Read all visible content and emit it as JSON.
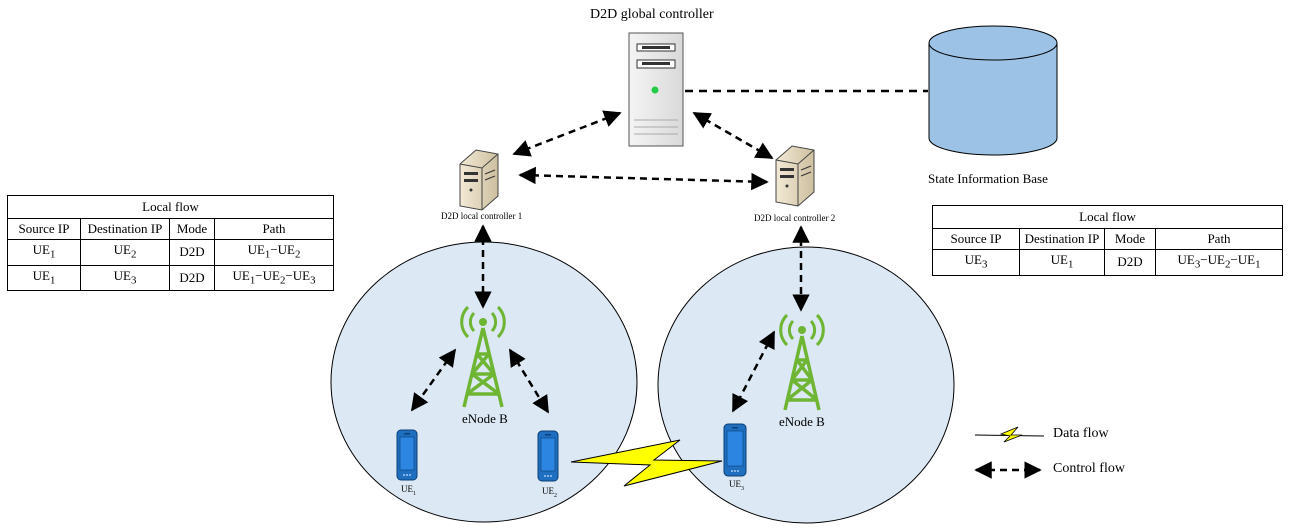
{
  "controllers": {
    "global": "D2D global controller",
    "local1": "D2D local controller 1",
    "local2": "D2D local controller 2"
  },
  "database": {
    "label": "State Information Base"
  },
  "enodeb": {
    "left": "eNode B",
    "right": "eNode B"
  },
  "ues": [
    {
      "base": "UE",
      "sub": "1"
    },
    {
      "base": "UE",
      "sub": "2"
    },
    {
      "base": "UE",
      "sub": "3"
    }
  ],
  "left_table": {
    "caption": "Local flow",
    "headers": [
      "Source IP",
      "Destination IP",
      "Mode",
      "Path"
    ],
    "rows": [
      {
        "src": {
          "base": "UE",
          "sub": "1"
        },
        "dst": {
          "base": "UE",
          "sub": "2"
        },
        "mode": "D2D",
        "path": [
          {
            "base": "UE",
            "sub": "1"
          },
          {
            "base": "UE",
            "sub": "2"
          }
        ]
      },
      {
        "src": {
          "base": "UE",
          "sub": "1"
        },
        "dst": {
          "base": "UE",
          "sub": "3"
        },
        "mode": "D2D",
        "path": [
          {
            "base": "UE",
            "sub": "1"
          },
          {
            "base": "UE",
            "sub": "2"
          },
          {
            "base": "UE",
            "sub": "3"
          }
        ]
      }
    ]
  },
  "right_table": {
    "caption": "Local flow",
    "headers": [
      "Source IP",
      "Destination IP",
      "Mode",
      "Path"
    ],
    "rows": [
      {
        "src": {
          "base": "UE",
          "sub": "3"
        },
        "dst": {
          "base": "UE",
          "sub": "1"
        },
        "mode": "D2D",
        "path": [
          {
            "base": "UE",
            "sub": "3"
          },
          {
            "base": "UE",
            "sub": "2"
          },
          {
            "base": "UE",
            "sub": "1"
          }
        ]
      }
    ]
  },
  "legend": {
    "data_flow": "Data flow",
    "control_flow": "Control flow"
  },
  "colors": {
    "cell_fill": "#dce9f4",
    "database_fill": "#9cc3e5",
    "tower_green": "#6fb534",
    "phone_blue": "#1f6fc1",
    "lightning_yellow": "#ffff00",
    "server_led": "#22cc44"
  },
  "icons": [
    "server-icon",
    "database-icon",
    "cell-tower-icon",
    "smartphone-icon",
    "lightning-icon",
    "double-arrow-icon"
  ]
}
